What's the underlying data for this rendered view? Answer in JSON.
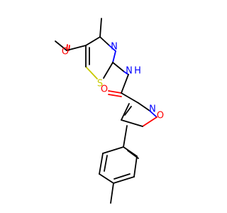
{
  "molecule": {
    "atoms": {
      "acetyl_o": {
        "symbol": "O"
      },
      "thiazole_n": {
        "symbol": "N"
      },
      "thiazole_s": {
        "symbol": "S"
      },
      "amide_n": {
        "symbol": "N"
      },
      "amide_h": {
        "symbol": "H"
      },
      "amide_o": {
        "symbol": "O"
      },
      "isoxazole_n": {
        "symbol": "N"
      },
      "isoxazole_o": {
        "symbol": "O"
      }
    },
    "colors": {
      "carbon_bond": "#000000",
      "oxygen": "#ff0000",
      "nitrogen": "#0000ff",
      "sulfur": "#c9c900"
    }
  }
}
